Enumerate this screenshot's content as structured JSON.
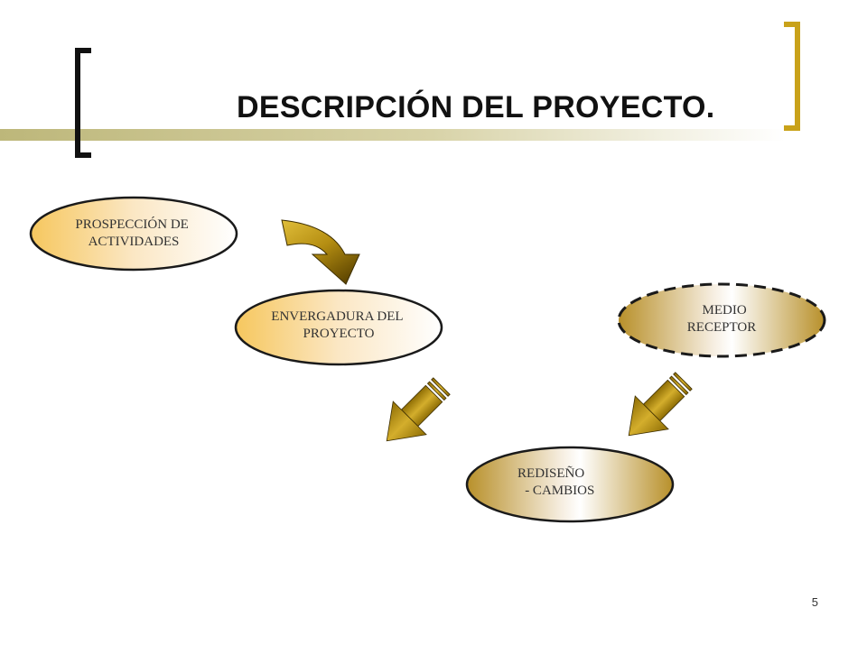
{
  "slide": {
    "title": "DESCRIPCIÓN DEL PROYECTO.",
    "page_number": "5"
  },
  "diagram": {
    "nodes": [
      {
        "id": "prospeccion",
        "lines": [
          "PROSPECCIÓN DE",
          "ACTIVIDADES"
        ],
        "fill": "light-gold"
      },
      {
        "id": "envergadura",
        "lines": [
          "ENVERGADURA DEL",
          "PROYECTO"
        ],
        "fill": "light-gold"
      },
      {
        "id": "medio",
        "lines": [
          "MEDIO",
          "RECEPTOR"
        ],
        "fill": "dark-gold",
        "border": "dashed"
      },
      {
        "id": "rediseno",
        "lines": [
          "REDISEÑO",
          " - CAMBIOS"
        ],
        "fill": "dark-gold"
      }
    ],
    "arrows": [
      {
        "from": "prospeccion",
        "to": "envergadura",
        "style": "curved"
      },
      {
        "from": "envergadura",
        "to": "rediseno",
        "style": "striped"
      },
      {
        "from": "medio",
        "to": "rediseno",
        "style": "striped"
      }
    ]
  },
  "colors": {
    "gold": "#C9A21A",
    "olive_bar": "#BDB77A",
    "light_gold": "#F6C75E",
    "dark_gold": "#B8902A"
  }
}
